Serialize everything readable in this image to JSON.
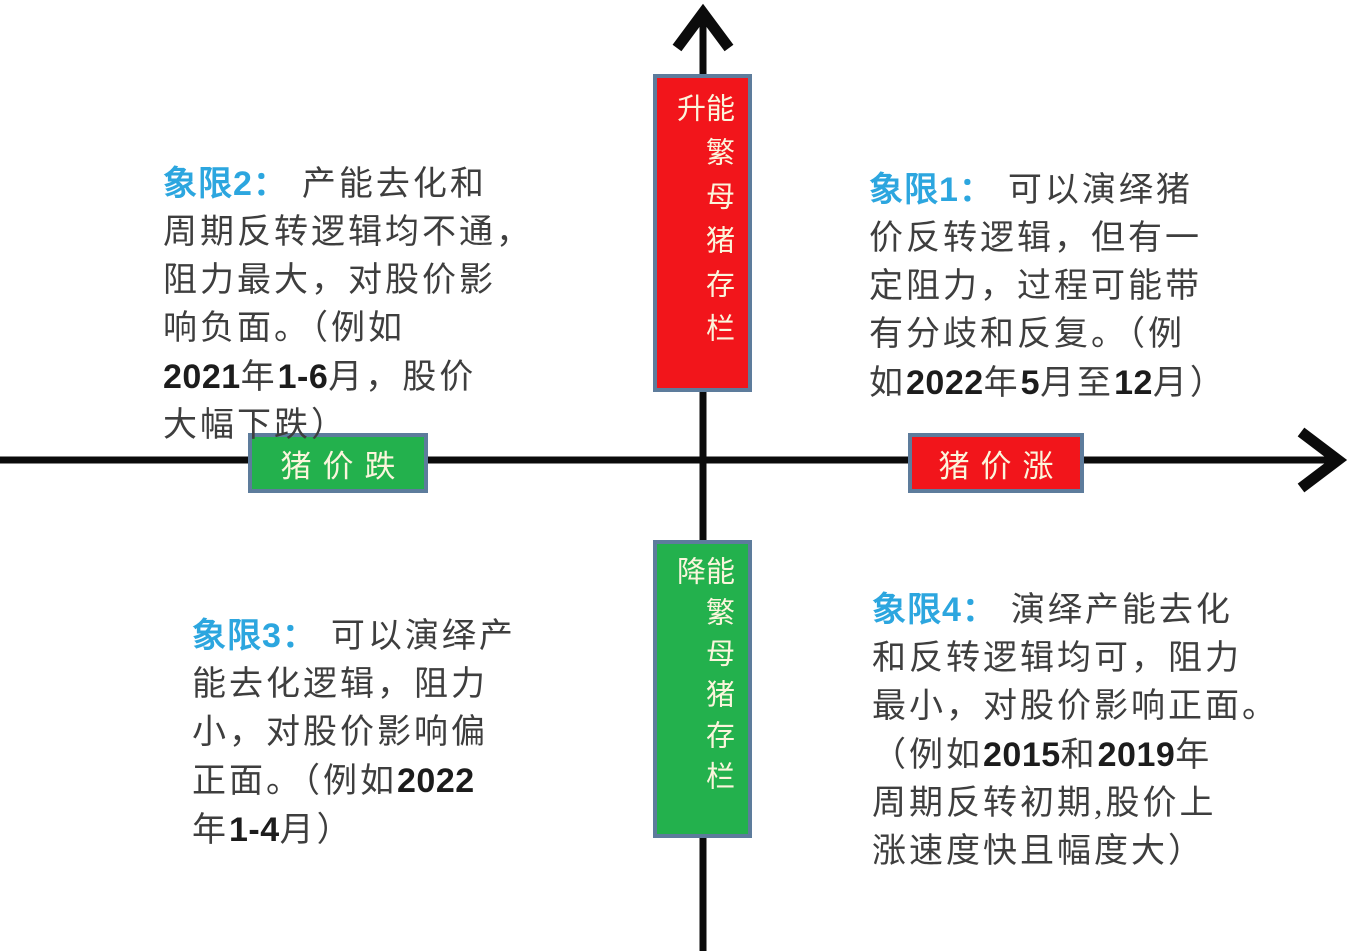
{
  "axes": {
    "y_top_label": "能繁母猪存栏升",
    "y_bottom_label": "能繁母猪存栏降",
    "x_left_label": "猪价跌",
    "x_right_label": "猪价涨"
  },
  "quadrants": {
    "q1": {
      "label": "象限1：",
      "lines": [
        "可以演绎猪",
        "价反转逻辑，但有一",
        "定阻力，过程可能带",
        "有分歧和反复。（例",
        "如2022年5月至12月）"
      ]
    },
    "q2": {
      "label": "象限2：",
      "lines": [
        "产能去化和",
        "周期反转逻辑均不通，",
        "阻力最大，对股价影",
        "响负面。（例如",
        "2021年1-6月，股价",
        "大幅下跌）"
      ]
    },
    "q3": {
      "label": "象限3：",
      "lines": [
        "可以演绎产",
        "能去化逻辑，阻力",
        "小，对股价影响偏",
        "正面。（例如2022",
        "年1-4月）"
      ]
    },
    "q4": {
      "label": "象限4：",
      "lines": [
        "演绎产能去化",
        "和反转逻辑均可，阻力",
        "最小，对股价影响正面。",
        "（例如2015和2019年",
        "周期反转初期,股价上",
        "涨速度快且幅度大）"
      ]
    }
  },
  "colors": {
    "red": "#F2151B",
    "green": "#23B14D",
    "box-border": "#5D7C9C",
    "label-blue": "#2CA6DF",
    "body-text": "#3E3E3E",
    "axis-black": "#0B0B0B",
    "box-text": "#FBF5DC"
  }
}
